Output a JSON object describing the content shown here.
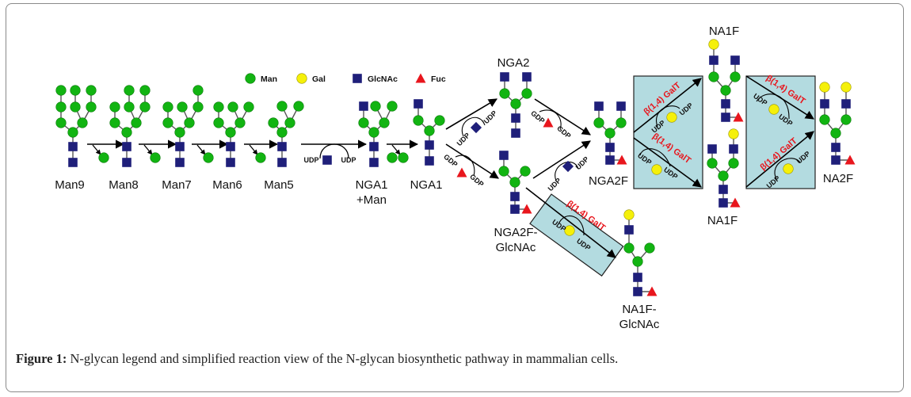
{
  "caption": {
    "label": "Figure 1:",
    "text": " N-glycan legend and simplified reaction view of the N-glycan biosynthetic pathway in mammalian cells."
  },
  "legend": [
    {
      "symbol": "man",
      "label": "Man"
    },
    {
      "symbol": "gal",
      "label": "Gal"
    },
    {
      "symbol": "glcnac",
      "label": "GlcNAc"
    },
    {
      "symbol": "fuc",
      "label": "Fuc"
    }
  ],
  "colors": {
    "man": "#12b412",
    "gal": "#f5f00a",
    "glcnac": "#1f1f7a",
    "fuc": "#e8161d",
    "enzyme_box": "#b3dbe0",
    "enzyme_text": "#e8161d"
  },
  "structures": [
    {
      "name": "Man9",
      "label": [
        "Man9"
      ]
    },
    {
      "name": "Man8",
      "label": [
        "Man8"
      ]
    },
    {
      "name": "Man7",
      "label": [
        "Man7"
      ]
    },
    {
      "name": "Man6",
      "label": [
        "Man6"
      ]
    },
    {
      "name": "Man5",
      "label": [
        "Man5"
      ]
    },
    {
      "name": "NGA1+Man",
      "label": [
        "NGA1",
        "+Man"
      ]
    },
    {
      "name": "NGA1",
      "label": [
        "NGA1"
      ]
    },
    {
      "name": "NGA2",
      "label": [
        "NGA2"
      ]
    },
    {
      "name": "NGA2F-GlcNAc",
      "label": [
        "NGA2F-",
        "GlcNAc"
      ]
    },
    {
      "name": "NGA2F",
      "label": [
        "NGA2F"
      ]
    },
    {
      "name": "NA1F-GlcNAc",
      "label": [
        "NA1F-",
        "GlcNAc"
      ]
    },
    {
      "name": "NA1F (upper)",
      "label": [
        "NA1F"
      ]
    },
    {
      "name": "NA1F (lower)",
      "label": [
        "NA1F"
      ]
    },
    {
      "name": "NA2F",
      "label": [
        "NA2F"
      ]
    }
  ],
  "cofactors": {
    "udp": "UDP",
    "gdp": "GDP"
  },
  "enzyme": {
    "name": "β(1,4) GalT"
  }
}
